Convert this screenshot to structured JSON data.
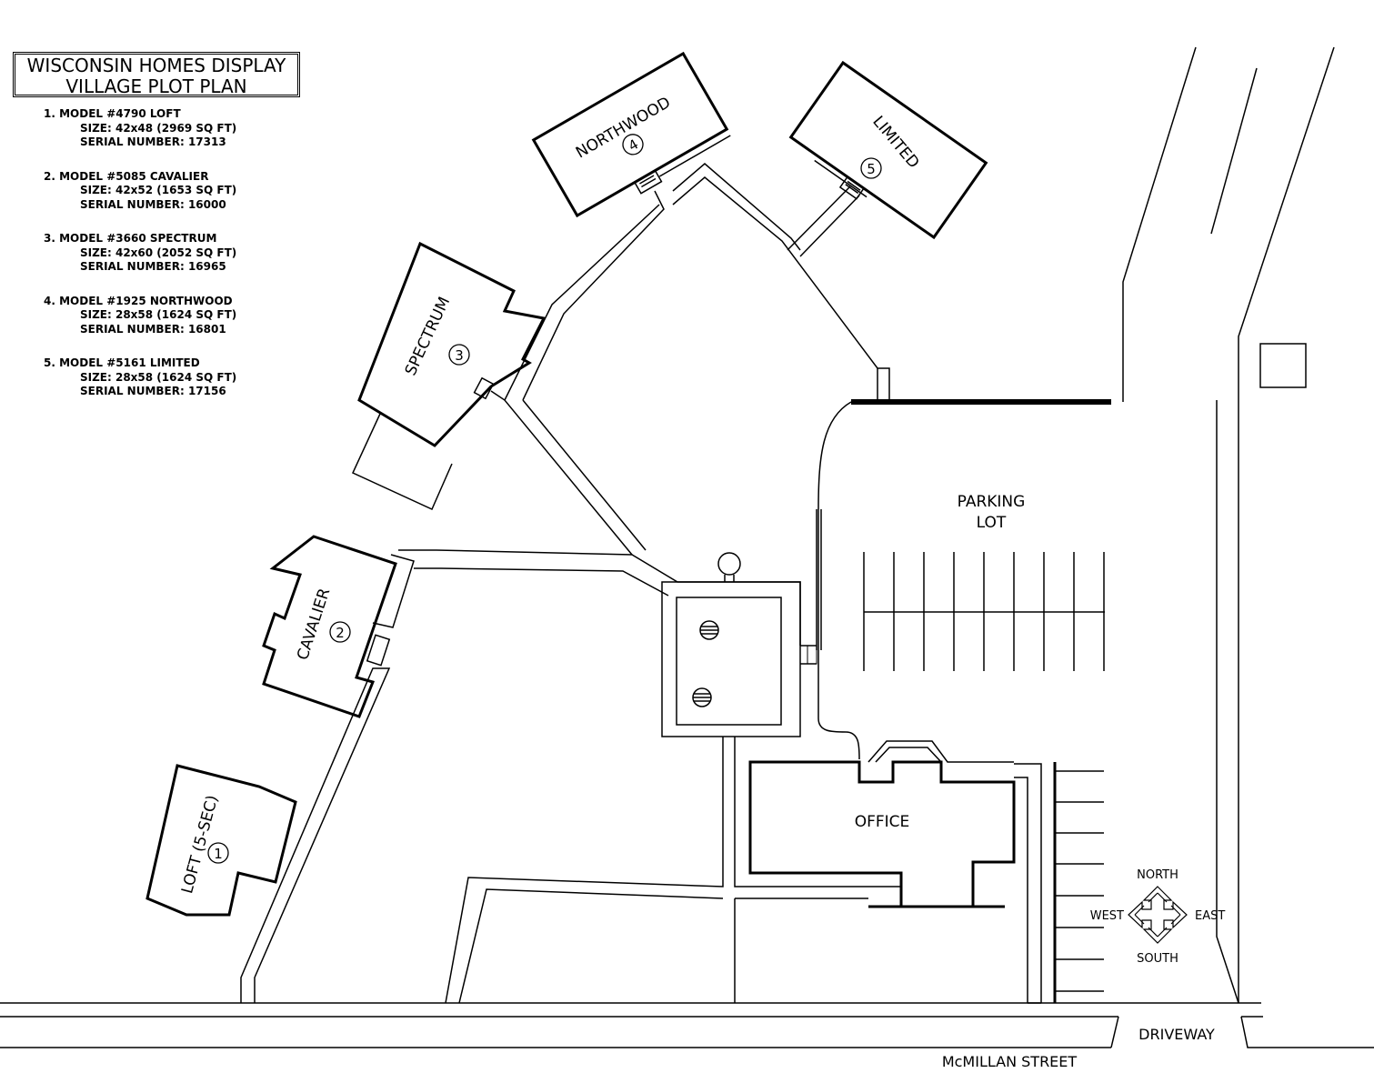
{
  "title": {
    "line1": "WISCONSIN HOMES DISPLAY",
    "line2": "VILLAGE PLOT PLAN"
  },
  "legend": [
    {
      "heading": "1. MODEL #4790 LOFT",
      "size": "SIZE: 42x48 (2969 SQ FT)",
      "serial": "SERIAL NUMBER: 17313"
    },
    {
      "heading": "2. MODEL #5085 CAVALIER",
      "size": "SIZE: 42x52 (1653 SQ FT)",
      "serial": "SERIAL NUMBER: 16000"
    },
    {
      "heading": "3. MODEL #3660 SPECTRUM",
      "size": "SIZE: 42x60 (2052 SQ FT)",
      "serial": "SERIAL NUMBER: 16965"
    },
    {
      "heading": "4. MODEL #1925 NORTHWOOD",
      "size": "SIZE: 28x58 (1624 SQ FT)",
      "serial": "SERIAL NUMBER: 16801"
    },
    {
      "heading": "5. MODEL #5161 LIMITED",
      "size": "SIZE: 28x58 (1624 SQ FT)",
      "serial": "SERIAL NUMBER: 17156"
    }
  ],
  "buildings": {
    "loft": {
      "label": "LOFT (5-SEC)",
      "number": "1"
    },
    "cavalier": {
      "label": "CAVALIER",
      "number": "2"
    },
    "spectrum": {
      "label": "SPECTRUM",
      "number": "3"
    },
    "northwood": {
      "label": "NORTHWOOD",
      "number": "4"
    },
    "limited": {
      "label": "LIMITED",
      "number": "5"
    },
    "office": {
      "label": "OFFICE"
    }
  },
  "parking": {
    "line1": "PARKING",
    "line2": "LOT"
  },
  "compass": {
    "north": "NORTH",
    "south": "SOUTH",
    "east": "EAST",
    "west": "WEST"
  },
  "streets": {
    "driveway": "DRIVEWAY",
    "street": "McMILLAN STREET"
  }
}
